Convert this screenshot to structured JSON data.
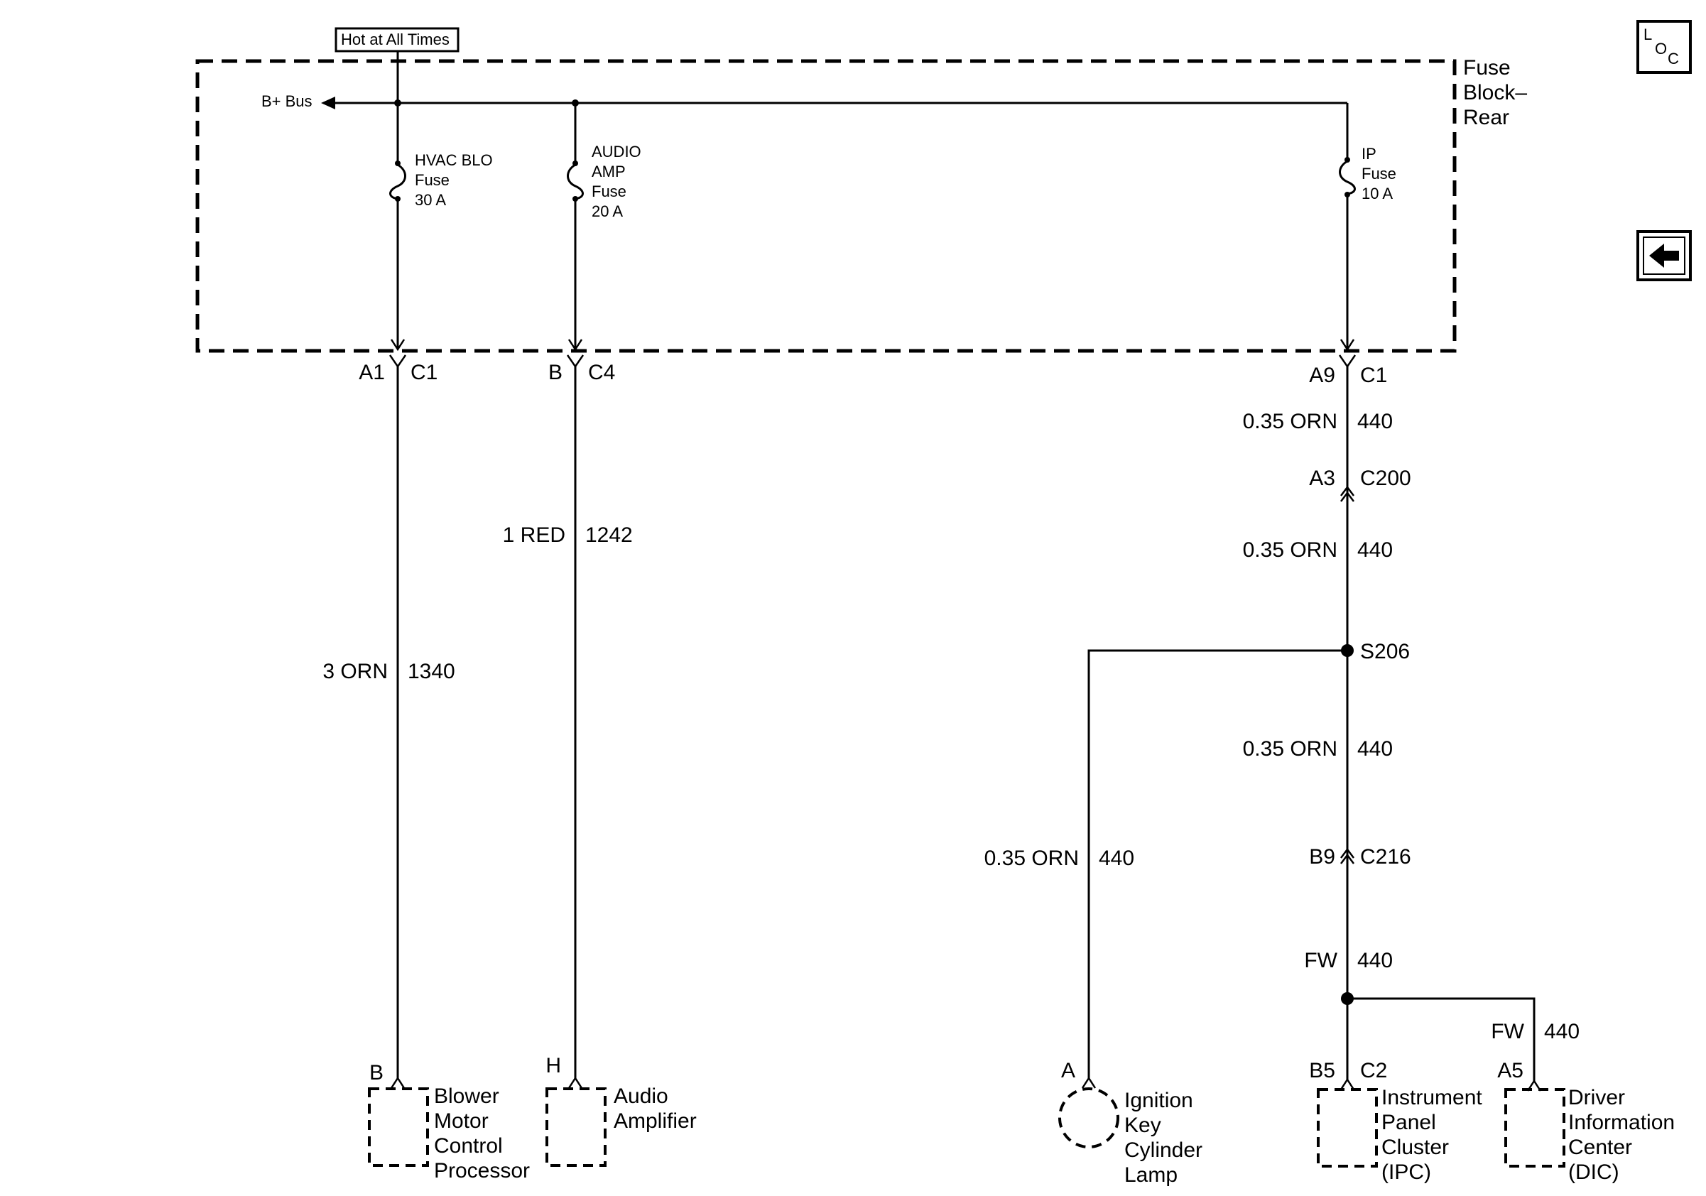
{
  "source": {
    "label": "Hot at All Times"
  },
  "fuse_block": {
    "name_lines": [
      "Fuse",
      "Block–",
      "Rear"
    ]
  },
  "bus": {
    "label": "B+ Bus"
  },
  "fuses": [
    {
      "lines": [
        "HVAC BLO",
        "Fuse",
        "30 A"
      ]
    },
    {
      "lines": [
        "AUDIO",
        "AMP",
        "Fuse",
        "20 A"
      ]
    },
    {
      "lines": [
        "IP",
        "Fuse",
        "10 A"
      ]
    }
  ],
  "connectors": {
    "c1_a1": {
      "pin": "A1",
      "name": "C1"
    },
    "c4_b": {
      "pin": "B",
      "name": "C4"
    },
    "c1_a9": {
      "pin": "A9",
      "name": "C1"
    },
    "c200": {
      "pin": "A3",
      "name": "C200"
    },
    "c216": {
      "pin": "B9",
      "name": "C216"
    }
  },
  "splice": {
    "name": "S206"
  },
  "wires": {
    "blower": {
      "gauge_color": "3 ORN",
      "circuit": "1340"
    },
    "audio": {
      "gauge_color": "1 RED",
      "circuit": "1242"
    },
    "ip_1": {
      "gauge_color": "0.35 ORN",
      "circuit": "440"
    },
    "ip_2": {
      "gauge_color": "0.35 ORN",
      "circuit": "440"
    },
    "ip_3": {
      "gauge_color": "0.35 ORN",
      "circuit": "440"
    },
    "ignition": {
      "gauge_color": "0.35 ORN",
      "circuit": "440"
    },
    "fw_1": {
      "gauge_color": "FW",
      "circuit": "440"
    },
    "fw_2": {
      "gauge_color": "FW",
      "circuit": "440"
    }
  },
  "components": {
    "blower": {
      "pin": "B",
      "name_lines": [
        "Blower",
        "Motor",
        "Control",
        "Processor"
      ]
    },
    "audio": {
      "pin": "H",
      "name_lines": [
        "Audio",
        "Amplifier"
      ]
    },
    "ignition": {
      "pin": "A",
      "name_lines": [
        "Ignition",
        "Key",
        "Cylinder",
        "Lamp"
      ]
    },
    "ipc": {
      "pin": "B5",
      "connector": "C2",
      "name_lines": [
        "Instrument",
        "Panel",
        "Cluster",
        "(IPC)"
      ]
    },
    "dic": {
      "pin": "A5",
      "name_lines": [
        "Driver",
        "Information",
        "Center",
        "(DIC)"
      ]
    }
  },
  "nav": {
    "loc_icon": {
      "letters": [
        "L",
        "O",
        "C"
      ]
    },
    "back_icon": "left-arrow-icon"
  }
}
